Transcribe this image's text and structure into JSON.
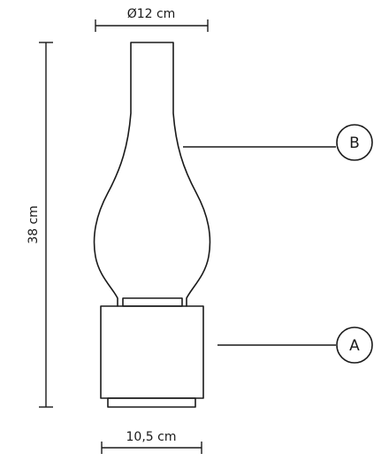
{
  "dimensions": {
    "top_width": "Ø12 cm",
    "height": "38 cm",
    "base_width": "10,5 cm"
  },
  "callouts": {
    "glass": "B",
    "base": "A"
  }
}
